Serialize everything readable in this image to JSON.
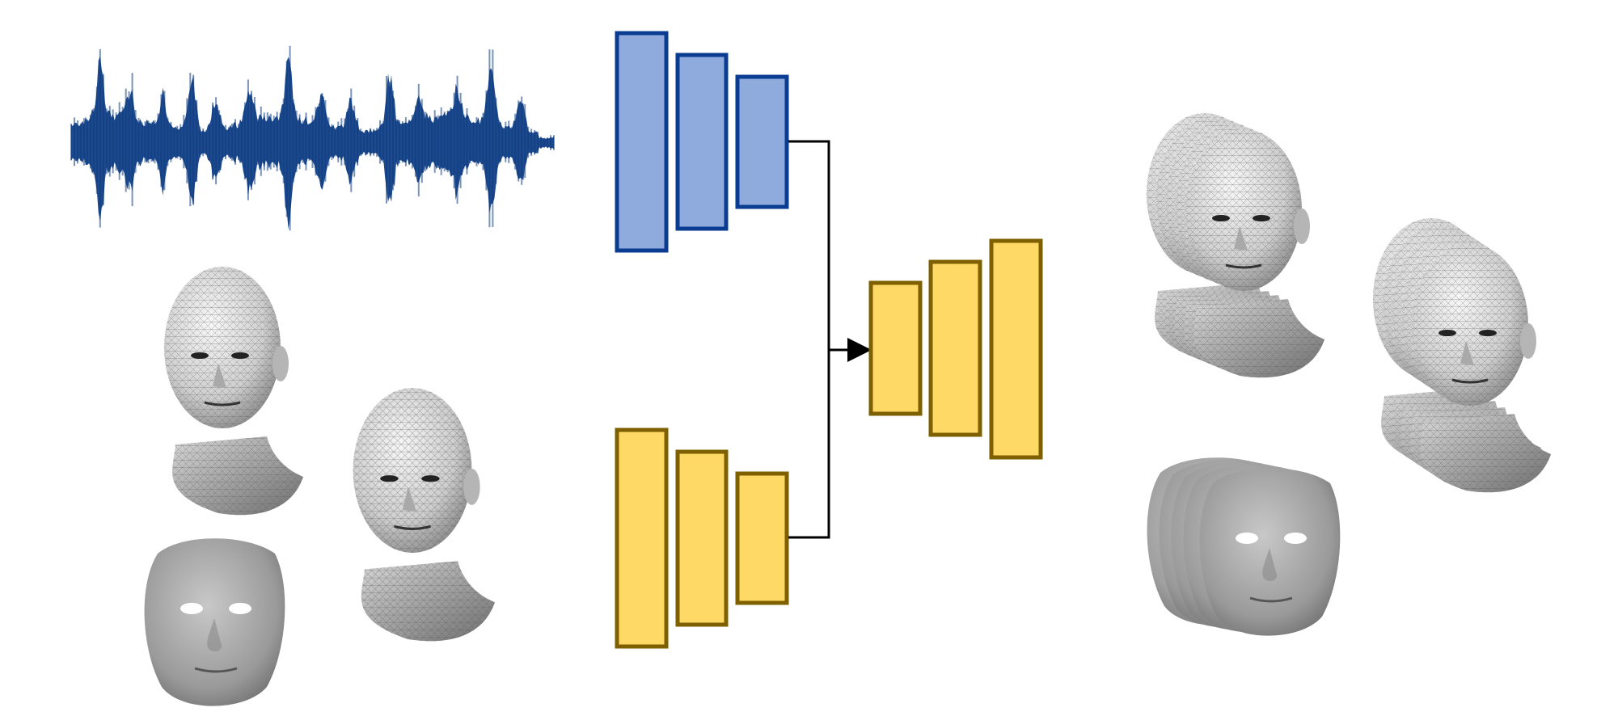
{
  "diagram": {
    "labels": [],
    "components": {
      "audio_input": "audio-waveform",
      "audio_encoder": {
        "kind": "encoder",
        "layers": 3,
        "color": "blue"
      },
      "mesh_encoder": {
        "kind": "encoder",
        "layers": 3,
        "color": "yellow"
      },
      "decoder": {
        "kind": "decoder",
        "layers": 3,
        "color": "yellow"
      },
      "input_meshes": [
        "head-mesh-front",
        "head-mesh-side",
        "face-mask"
      ],
      "output_meshes": [
        "head-mesh-sequence-front",
        "head-mesh-sequence-side",
        "face-mask-sequence"
      ]
    }
  },
  "colors": {
    "blue_fill": "#8faadc",
    "blue_stroke": "#0a3d91",
    "yellow_fill": "#ffd966",
    "yellow_stroke": "#7f6000",
    "waveform": "#0b3a82",
    "connector": "#000000",
    "mesh_light": "#e6e6e6",
    "mesh_dark": "#7a7a7a",
    "mesh_line": "#555555"
  }
}
